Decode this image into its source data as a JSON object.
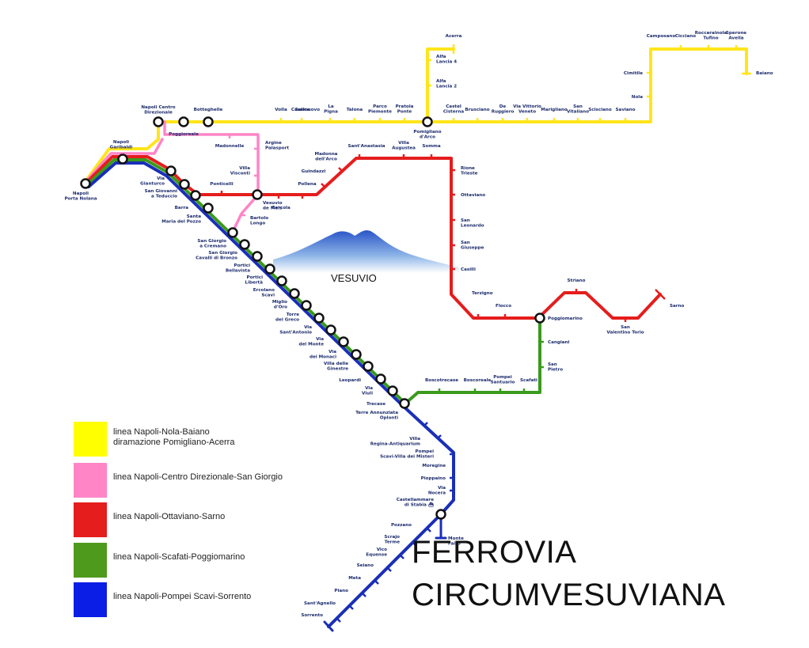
{
  "title": {
    "line1": "FERROVIA",
    "line2": "CIRCUMVESUVIANA"
  },
  "mountain_label": "VESUVIO",
  "colors": {
    "yellow": "#ffe51a",
    "pink": "#ff85c6",
    "red": "#e51d1d",
    "green": "#3a9a1c",
    "blue": "#1a2fb8"
  },
  "legend": [
    {
      "color": "#ffff00",
      "line1": "linea Napoli-Nola-Baiano",
      "line2": "diramazione Pomigliano-Acerra"
    },
    {
      "color": "#ff85c6",
      "line1": "linea Napoli-Centro Direzionale-San Giorgio",
      "line2": ""
    },
    {
      "color": "#e51d1d",
      "line1": "linea Napoli-Ottaviano-Sarno",
      "line2": ""
    },
    {
      "color": "#4e9a1c",
      "line1": "linea Napoli-Scafati-Poggiomarino",
      "line2": ""
    },
    {
      "color": "#0a1ee6",
      "line1": "linea Napoli-Pompei Scavi-Sorrento",
      "line2": ""
    }
  ],
  "stations": {
    "napoli_porta_nolana": [
      "Napoli",
      "Porta Nolana"
    ],
    "napoli_garibaldi": [
      "Napoli",
      "Garibaldi"
    ],
    "napoli_centro_direzionale": [
      "Napoli Centro",
      "Direzionale"
    ],
    "poggioreale": [
      "Poggioreale"
    ],
    "botteghelle": [
      "Botteghelle"
    ],
    "volla": [
      "Volla"
    ],
    "salice": [
      "Salice"
    ],
    "casalnuovo": [
      "Casalnuovo"
    ],
    "la_pigna": [
      "La",
      "Pigna"
    ],
    "talona": [
      "Talona"
    ],
    "parco_piemonte": [
      "Parco",
      "Piemonte"
    ],
    "pratola_ponte": [
      "Pratola",
      "Ponte"
    ],
    "pomigliano": [
      "Pomigliano",
      "d'Arco"
    ],
    "alfa_lancia_2": [
      "Alfa",
      "Lancia 2"
    ],
    "alfa_lancia_4": [
      "Alfa",
      "Lancia 4"
    ],
    "acerra": [
      "Acerra"
    ],
    "castel_cisterna": [
      "Castel",
      "Cisterna"
    ],
    "brusciano": [
      "Brusciano"
    ],
    "de_ruggiero": [
      "De",
      "Ruggiero"
    ],
    "via_vittorio_veneto": [
      "Via Vittorio",
      "Veneto"
    ],
    "marigliano": [
      "Marigliano"
    ],
    "san_vitaliano": [
      "San",
      "Vitaliano"
    ],
    "scisciano": [
      "Scisciano"
    ],
    "saviano": [
      "Saviano"
    ],
    "nola": [
      "Nola"
    ],
    "cimitile": [
      "Cimitile"
    ],
    "camposano": [
      "Camposano"
    ],
    "cicciano": [
      "Cicciano"
    ],
    "roccarainola": [
      "Roccarainola",
      "Tufino"
    ],
    "avella": [
      "Sperone",
      "Avella"
    ],
    "baiano": [
      "Baiano"
    ],
    "madonnelle": [
      "Madonnelle"
    ],
    "argine": [
      "Argine",
      "Palasport"
    ],
    "villa_visconti": [
      "Villa",
      "Visconti"
    ],
    "bartolo_longo": [
      "Bartolo",
      "Longo"
    ],
    "vesuvio_de_meis": [
      "Vesuvio",
      "de Meis"
    ],
    "ponticelli": [
      "Ponticelli"
    ],
    "cercola": [
      "Cercola"
    ],
    "pollena": [
      "Pollena"
    ],
    "guindazzi": [
      "Guindazzi"
    ],
    "madonna_arco": [
      "Madonna",
      "dell'Arco"
    ],
    "sant_anastasia": [
      "Sant'Anastasia"
    ],
    "villa_augustea": [
      "Villa",
      "Augustea"
    ],
    "somma": [
      "Somma"
    ],
    "rione_trieste": [
      "Rione",
      "Trieste"
    ],
    "ottaviano": [
      "Ottaviano"
    ],
    "san_leonardo": [
      "San",
      "Leonardo"
    ],
    "san_giuseppe": [
      "San",
      "Giuseppe"
    ],
    "casilli": [
      "Casilli"
    ],
    "terzigno": [
      "Terzigno"
    ],
    "flocco": [
      "Flocco"
    ],
    "poggiomarino": [
      "Poggiomarino"
    ],
    "striano": [
      "Striano"
    ],
    "san_valentino": [
      "San",
      "Valentino Torio"
    ],
    "sarno": [
      "Sarno"
    ],
    "cangiani": [
      "Cangiani"
    ],
    "san_pietro": [
      "San",
      "Pietro"
    ],
    "scafati": [
      "Scafati"
    ],
    "pompei_santuario": [
      "Pompei",
      "Santuario"
    ],
    "boscoreale": [
      "Boscoreale"
    ],
    "boscotrecase": [
      "Boscotrecase"
    ],
    "via_gianturco": [
      "Via",
      "Gianturco"
    ],
    "san_giovanni": [
      "San Giovanni",
      "a Teduccio"
    ],
    "barra": [
      "Barra"
    ],
    "santa_maria_pozzo": [
      "Santa",
      "Maria del Pozzo"
    ],
    "san_giorgio_cremano": [
      "San Giorgio",
      "a Cremano"
    ],
    "san_giorgio_cavalli": [
      "San Giorgio",
      "Cavalli di Bronzo"
    ],
    "portici_bellavista": [
      "Portici",
      "Bellavista"
    ],
    "portici_liberta": [
      "Portici",
      "Libertà"
    ],
    "ercolano_scavi": [
      "Ercolano",
      "Scavi"
    ],
    "miglio_oro": [
      "Miglio",
      "d'Oro"
    ],
    "torre_greco": [
      "Torre",
      "del Greco"
    ],
    "via_s_antonio": [
      "Via",
      "Sant'Antonio"
    ],
    "via_del_monte": [
      "Via",
      "del Monte"
    ],
    "via_dei_monaci": [
      "Via",
      "dei Monaci"
    ],
    "villa_ginestre": [
      "Villa delle",
      "Ginestre"
    ],
    "leopardi": [
      "Leopardi"
    ],
    "via_viuli": [
      "Via",
      "Viuli"
    ],
    "trecase": [
      "Trecase"
    ],
    "torre_annunziata": [
      "Terre Annunziata",
      "Oplonti"
    ],
    "villa_regina": [
      "Villa",
      "Regina-Antiquarium"
    ],
    "pompei_scavi": [
      "Pompei",
      "Scavi-Villa dei Misteri"
    ],
    "moregine": [
      "Moregine"
    ],
    "pioppaino": [
      "Pioppaino"
    ],
    "via_nocera": [
      "Via",
      "Nocera"
    ],
    "castellammare": [
      "Castellammare",
      "di Stabia ⛴"
    ],
    "monte_faito": [
      "Monte",
      "Faito"
    ],
    "pozzano": [
      "Pozzano"
    ],
    "scrajo_terme": [
      "Scrajo",
      "Terme"
    ],
    "vico_equense": [
      "Vico",
      "Equense"
    ],
    "seiano": [
      "Seiano"
    ],
    "meta": [
      "Meta"
    ],
    "piano": [
      "Piano"
    ],
    "sant_agnello": [
      "Sant'Agnello"
    ],
    "sorrento": [
      "Sorrento"
    ]
  }
}
